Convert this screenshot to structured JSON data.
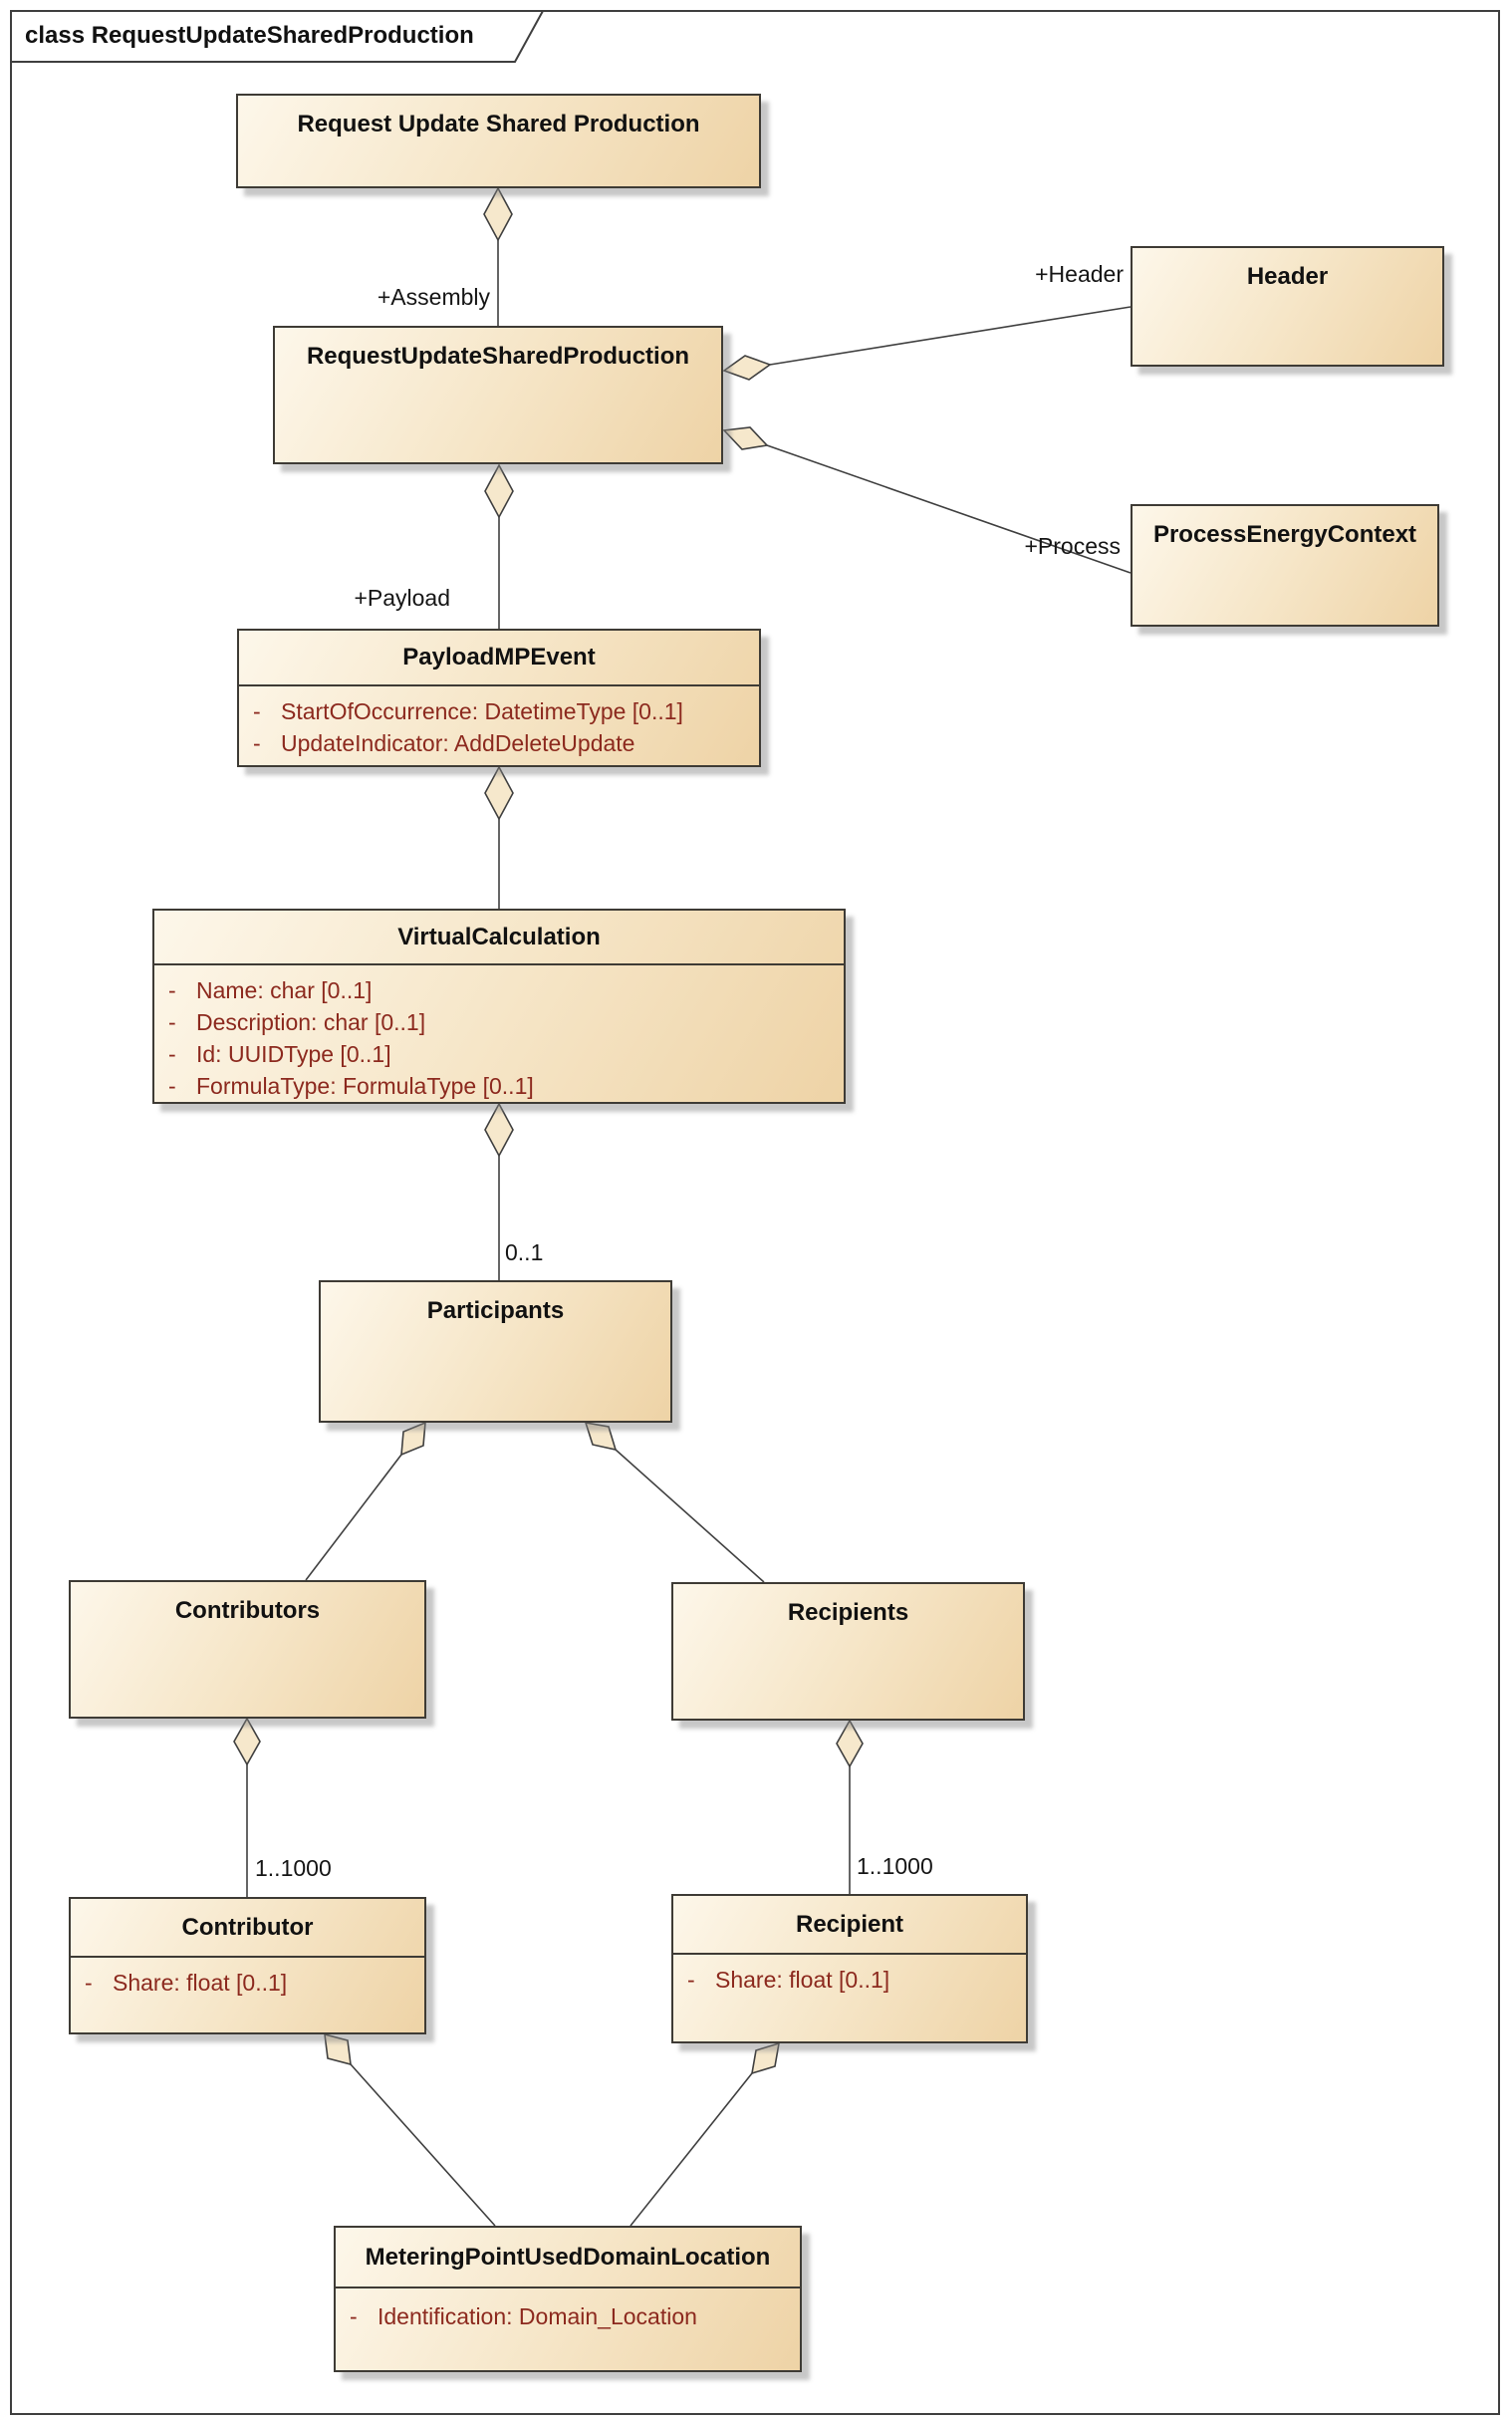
{
  "frame": {
    "title": "class RequestUpdateSharedProduction"
  },
  "classes": {
    "rusp_label": {
      "title": "Request Update Shared Production"
    },
    "rusp": {
      "title": "RequestUpdateSharedProduction"
    },
    "header": {
      "title": "Header"
    },
    "pec": {
      "title": "ProcessEnergyContext"
    },
    "payload": {
      "title": "PayloadMPEvent",
      "attributes": [
        {
          "vis": "-",
          "text": "StartOfOccurrence: DatetimeType [0..1]"
        },
        {
          "vis": "-",
          "text": "UpdateIndicator: AddDeleteUpdate"
        }
      ]
    },
    "vc": {
      "title": "VirtualCalculation",
      "attributes": [
        {
          "vis": "-",
          "text": "Name: char [0..1]"
        },
        {
          "vis": "-",
          "text": "Description: char [0..1]"
        },
        {
          "vis": "-",
          "text": "Id: UUIDType [0..1]"
        },
        {
          "vis": "-",
          "text": "FormulaType: FormulaType [0..1]"
        }
      ]
    },
    "participants": {
      "title": "Participants"
    },
    "contributors": {
      "title": "Contributors"
    },
    "recipients": {
      "title": "Recipients"
    },
    "contributor": {
      "title": "Contributor",
      "attributes": [
        {
          "vis": "-",
          "text": "Share: float [0..1]"
        }
      ]
    },
    "recipient": {
      "title": "Recipient",
      "attributes": [
        {
          "vis": "-",
          "text": "Share: float [0..1]"
        }
      ]
    },
    "mp": {
      "title": "MeteringPointUsedDomainLocation",
      "attributes": [
        {
          "vis": "-",
          "text": "Identification: Domain_Location"
        }
      ]
    }
  },
  "connectors": {
    "assembly": {
      "role": "+Assembly"
    },
    "header": {
      "role": "+Header"
    },
    "process": {
      "role": "+Process"
    },
    "payload": {
      "role": "+Payload"
    },
    "participants": {
      "multiplicity": "0..1"
    },
    "contributor": {
      "multiplicity": "1..1000"
    },
    "recipient": {
      "multiplicity": "1..1000"
    }
  },
  "colors": {
    "box_fill_start": "#fdf7ea",
    "box_fill_end": "#eed3a6",
    "box_border": "#3e3b35",
    "attribute_text": "#8c291e",
    "diamond_fill": "#f6e8cc",
    "connector_line": "#3f3f3f"
  }
}
